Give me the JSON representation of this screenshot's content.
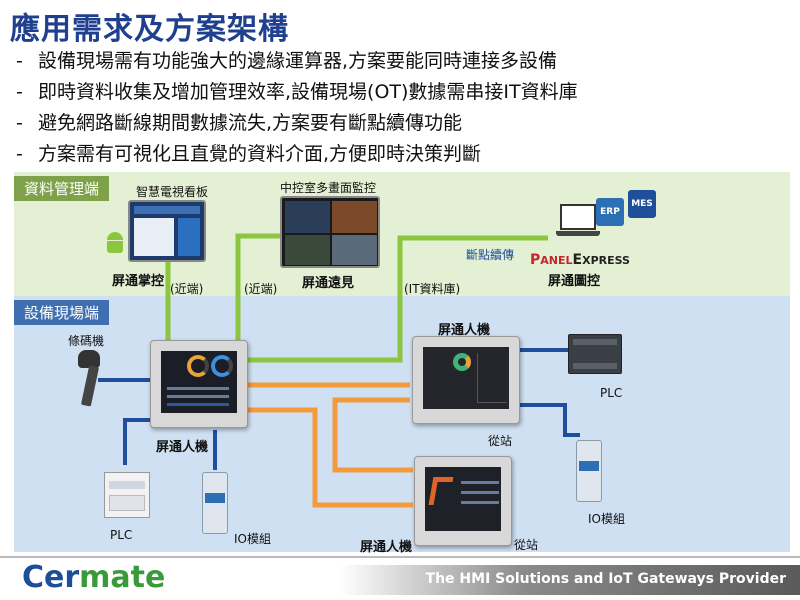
{
  "title": "應用需求及方案架構",
  "bullets": [
    "設備現場需有功能強大的邊緣運算器,方案要能同時連接多設備",
    "即時資料收集及增加管理效率,設備現場(OT)數據需串接IT資料庫",
    "避免網路斷線期間數據流失,方案要有斷點續傳功能",
    "方案需有可視化且直覺的資料介面,方便即時決策判斷"
  ],
  "bullet_marker": "-",
  "zones": {
    "mgmt": "資料管理端",
    "field": "設備現場端"
  },
  "labels": {
    "smart_tv": "智慧電視看板",
    "mobile": "屏通掌控",
    "near1": "(近端)",
    "near2": "(近端)",
    "control_room": "中控室多畫面監控",
    "remote_view": "屏通遠見",
    "it_db": "(IT資料庫)",
    "resume": "斷點續傳",
    "panel_express_p": "P",
    "panel_express_anel": "ANEL",
    "panel_express_e": "E",
    "panel_express_xpress": "XPRESS",
    "panel_monitor": "屏通圖控",
    "erp": "ERP",
    "mes": "MES",
    "barcode": "條碼機",
    "hmi_main": "屏通人機",
    "plc_left": "PLC",
    "io_left": "IO模組",
    "hmi_top": "屏通人機",
    "slave_top": "從站",
    "plc_right": "PLC",
    "io_right": "IO模組",
    "hmi_bottom": "屏通人機",
    "slave_bottom": "從站"
  },
  "colors": {
    "title": "#1f3f8f",
    "mgmt_zone": "#e4f0d4",
    "field_zone": "#cfe0f2",
    "link_green": "#8cc63f",
    "link_orange": "#f39a3d",
    "link_blue": "#1f4f9a"
  },
  "footer": {
    "brand_cer": "Cer",
    "brand_mate": "mate",
    "tagline": "The HMI Solutions and IoT Gateways Provider"
  }
}
